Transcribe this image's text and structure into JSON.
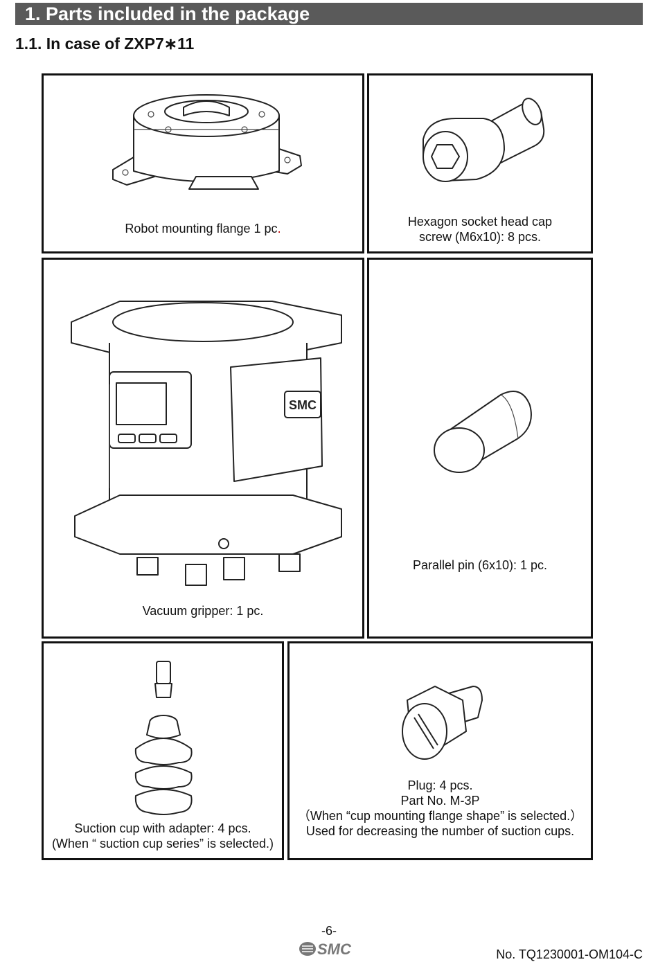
{
  "header": {
    "title": "1. Parts included in the package"
  },
  "subsection": {
    "title": "1.1. In case of ZXP7∗11"
  },
  "parts": {
    "flange": {
      "caption": "Robot mounting flange 1 pc",
      "caption_dot": "."
    },
    "screw": {
      "caption_line1": "Hexagon socket head cap",
      "caption_line2": "screw (M6x10): 8 pcs."
    },
    "gripper": {
      "caption": "Vacuum gripper: 1 pc.",
      "logo_text": "SMC"
    },
    "pin": {
      "caption": "Parallel pin (6x10): 1 pc."
    },
    "cup": {
      "caption_line1": "Suction cup with adapter: 4 pcs.",
      "caption_line2": "(When “ suction cup series” is selected.)"
    },
    "plug": {
      "caption_line1": "Plug: 4 pcs.",
      "caption_line2": "Part No. M-3P",
      "caption_line3": "（When “cup mounting flange shape” is selected.）",
      "caption_line4": "Used for decreasing the number of suction cups."
    }
  },
  "footer": {
    "page_number": "-6-",
    "logo": "SMC",
    "doc_number": "No.  TQ1230001-OM104-C"
  }
}
